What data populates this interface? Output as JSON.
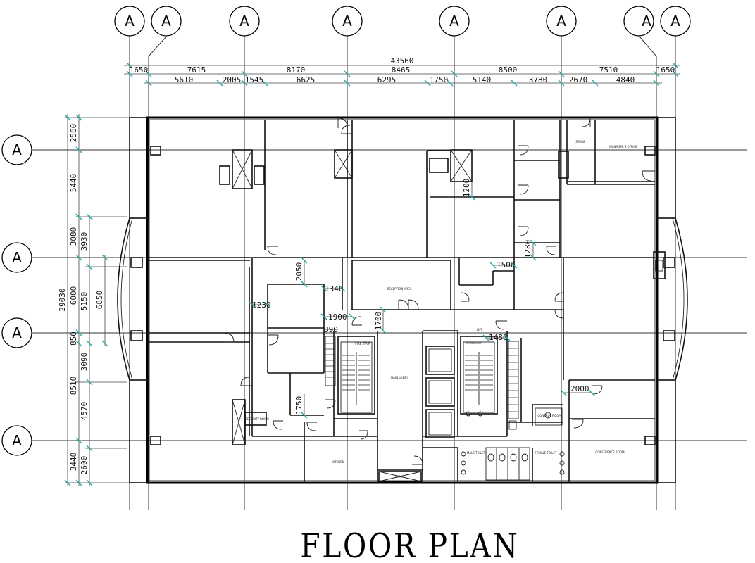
{
  "title": "FLOOR PLAN",
  "grid": {
    "column_bubbles": [
      "A",
      "A",
      "A",
      "A",
      "A",
      "A",
      "A",
      "A"
    ],
    "row_bubbles": [
      "A",
      "A",
      "A",
      "A"
    ]
  },
  "dimensions": {
    "overall_width": "43560",
    "top_row1": [
      "1650",
      "7615",
      "8170",
      "8465",
      "8500",
      "7510",
      "1650"
    ],
    "top_row2": [
      "5610",
      "2005",
      "1545",
      "6625",
      "6295",
      "1750",
      "5140",
      "3780",
      "2670",
      "4840"
    ],
    "overall_height": "29030",
    "left_outer": [
      "2560",
      "5440",
      "3080",
      "6000",
      "850",
      "8510",
      "3440"
    ],
    "left_inner": [
      "3930",
      "5150",
      "3090",
      "4570",
      "2600"
    ],
    "left_extra": "6850",
    "interior": [
      "2050",
      "1340",
      "1230",
      "1900",
      "1700",
      "890",
      "1500",
      "1480",
      "1280",
      "1200",
      "2000",
      "1750"
    ]
  },
  "rooms": {
    "manager_office": "MANAGER'S OFFICE",
    "store": "STORE",
    "reception": "RECEPTION AREA",
    "main_lobby": "MAIN LOBBY",
    "main_stair": "MAIN STAIR",
    "lift": "LIFT",
    "male_toilet": "MALE TOILET",
    "female_toilet": "FEMALE TOILET",
    "conference_room": "CONFERENCE ROOM",
    "security_room": "SECURITY ROOM",
    "control_room": "CONTROL ROOM",
    "kitchen": "KITCHEN",
    "fire_stair": "FIRE STAIR",
    "ramp": "RAMP"
  }
}
